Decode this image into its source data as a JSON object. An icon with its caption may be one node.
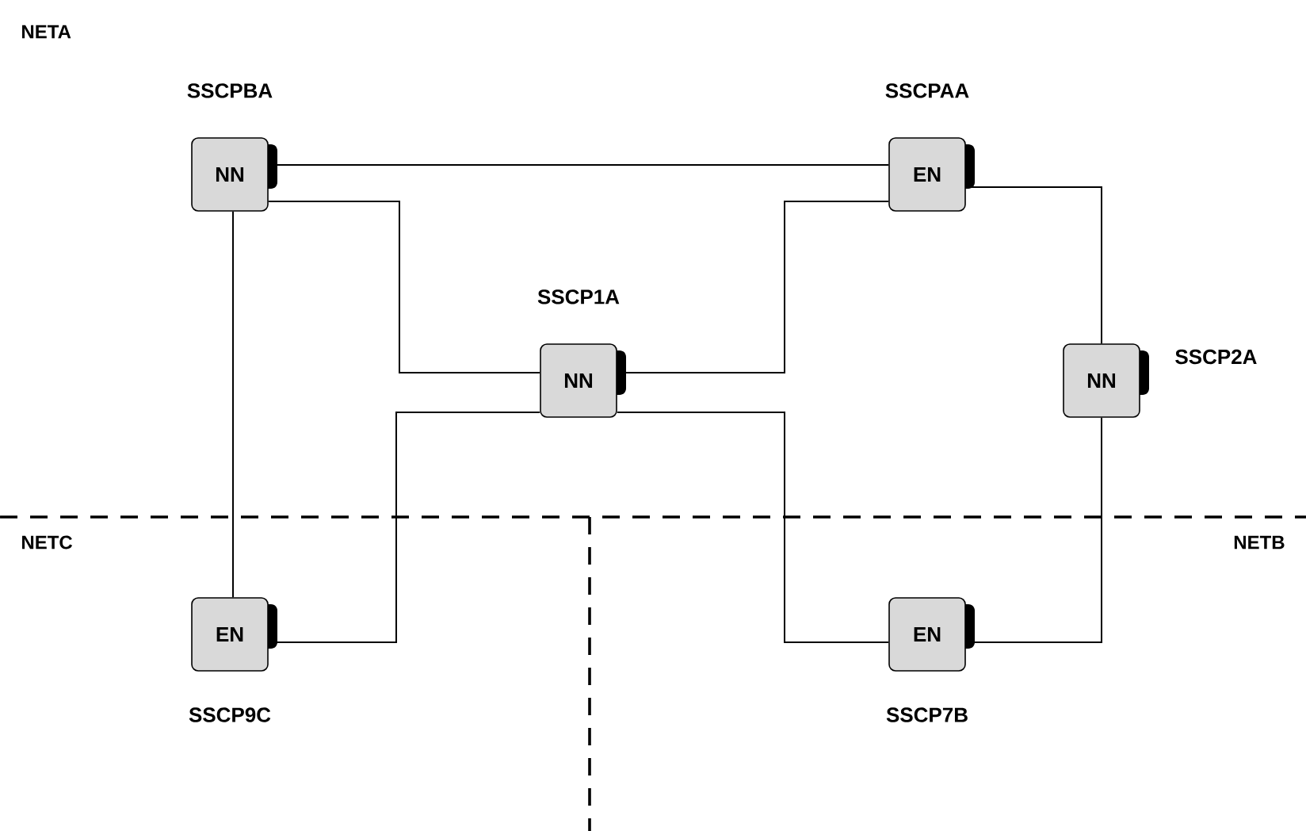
{
  "diagram": {
    "nodes": [
      {
        "text": [
          "NN"
        ],
        "beside": [
          "SSCPBA"
        ]
      },
      {
        "text": [
          "EN"
        ],
        "beside": [
          "SSCPAA"
        ]
      },
      {
        "text": [
          "NN"
        ],
        "beside": [
          "SSCP1A"
        ]
      },
      {
        "text": [
          "NN"
        ],
        "beside": [
          "SSCP2A"
        ]
      },
      {
        "text": [
          "EN"
        ],
        "beside": [
          "SSCP9C"
        ]
      },
      {
        "text": [
          "EN"
        ],
        "beside": [
          "SSCP7B"
        ]
      }
    ],
    "edges": [
      {
        "from": 0,
        "to": 1,
        "arrow": "none"
      },
      {
        "from": 0,
        "to": 2,
        "arrow": "none"
      },
      {
        "from": 2,
        "to": 1,
        "arrow": "none"
      },
      {
        "from": 1,
        "to": 3,
        "arrow": "none"
      },
      {
        "from": 0,
        "to": 4,
        "arrow": "none"
      },
      {
        "from": 4,
        "to": 2,
        "arrow": "none"
      },
      {
        "from": 2,
        "to": 5,
        "arrow": "none"
      },
      {
        "from": 3,
        "to": 5,
        "arrow": "none"
      }
    ],
    "labels": [
      "NETA",
      "NETC",
      "NETB"
    ]
  }
}
